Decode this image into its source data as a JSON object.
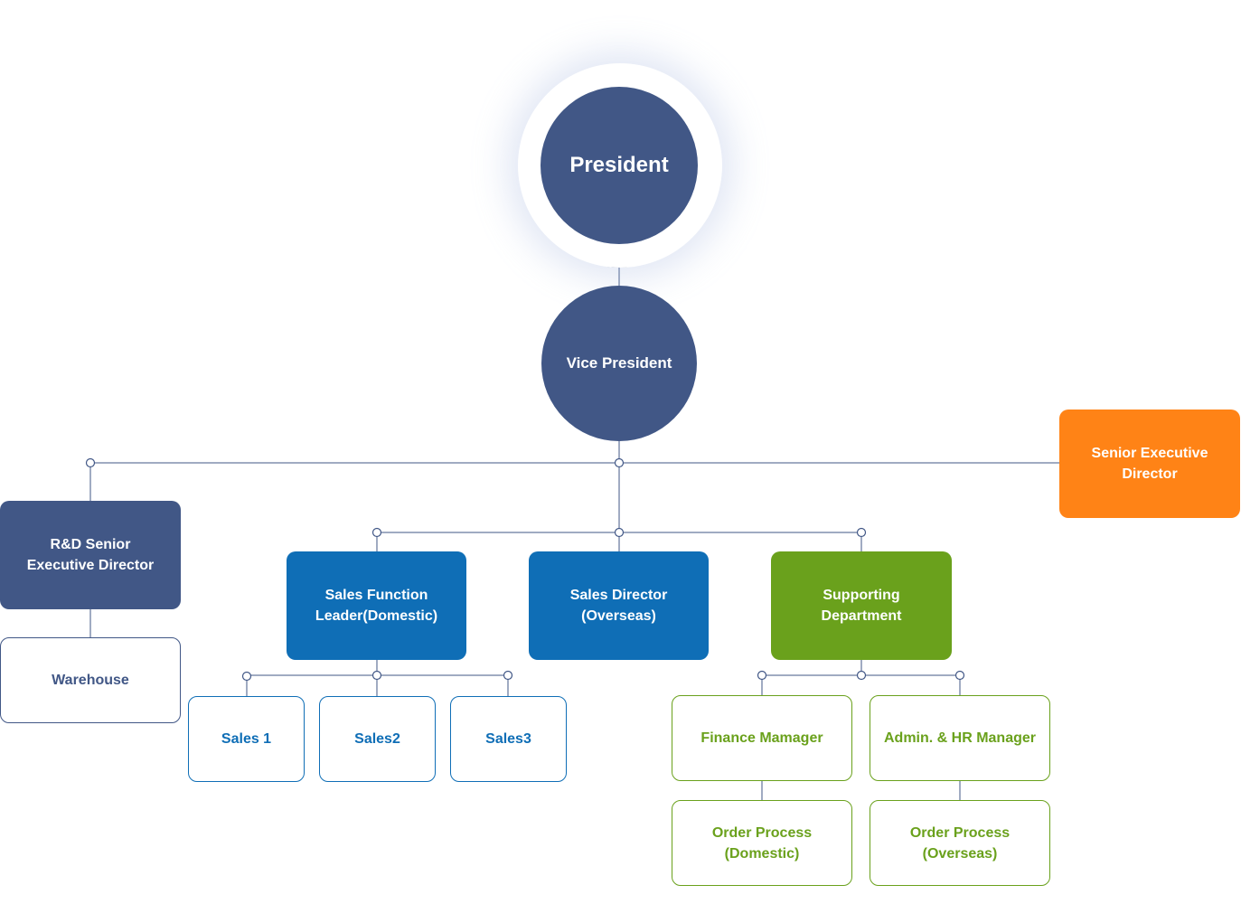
{
  "colors": {
    "navy": "#415786",
    "blue": "#0f6eb6",
    "green": "#6aa11c",
    "orange": "#ff8316",
    "connector": "#415786"
  },
  "nodes": {
    "president": "President",
    "vice_president": "Vice President",
    "senior_executive_director": "Senior Executive\nDirector",
    "rd_senior_executive_director": "R&D Senior\nExecutive Director",
    "warehouse": "Warehouse",
    "sales_function_leader": "Sales Function\nLeader(Domestic)",
    "sales_director_overseas": "Sales Director\n(Overseas)",
    "supporting_department": "Supporting\nDepartment",
    "sales_1": "Sales 1",
    "sales_2": "Sales2",
    "sales_3": "Sales3",
    "finance_manager": "Finance Mamager",
    "admin_hr_manager": "Admin. & HR Manager",
    "order_process_domestic": "Order Process\n(Domestic)",
    "order_process_overseas": "Order Process\n(Overseas)"
  }
}
